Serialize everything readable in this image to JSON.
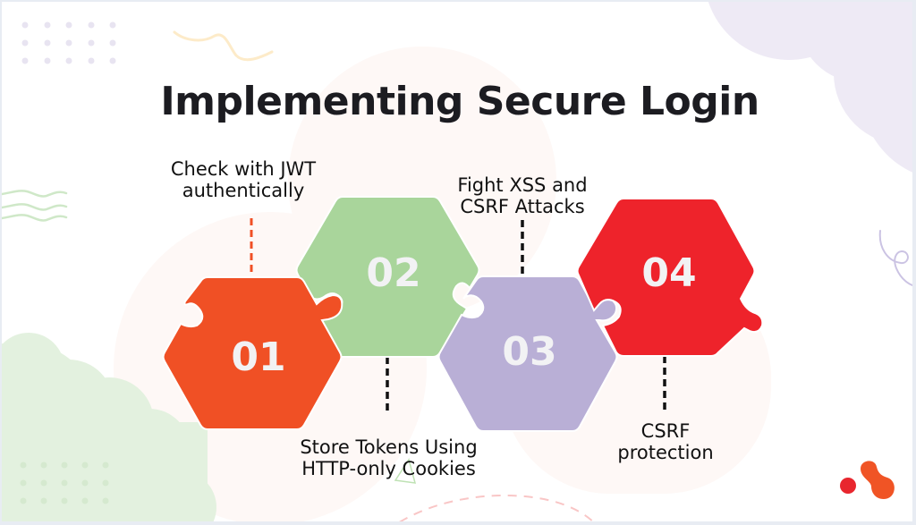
{
  "title": "Implementing Secure Login",
  "colors": {
    "step1": "#f05025",
    "step2": "#a9d59b",
    "step3": "#b9afd6",
    "step4": "#ee232b",
    "title": "#1c1c21",
    "number_text": "#f2f2f4"
  },
  "steps": [
    {
      "number": "01",
      "label_lines": [
        "Check with JWT",
        "authentically"
      ],
      "label_position": "top",
      "connector_style": "dashed",
      "connector_color": "#f05025"
    },
    {
      "number": "02",
      "label_lines": [
        "Store Tokens Using",
        "HTTP-only Cookies"
      ],
      "label_position": "bottom",
      "connector_style": "dashed",
      "connector_color": "#111111"
    },
    {
      "number": "03",
      "label_lines": [
        "Fight XSS and",
        "CSRF Attacks"
      ],
      "label_position": "top",
      "connector_style": "dashed",
      "connector_color": "#111111"
    },
    {
      "number": "04",
      "label_lines": [
        "CSRF",
        "protection"
      ],
      "label_position": "bottom",
      "connector_style": "dashed",
      "connector_color": "#111111"
    }
  ],
  "decorations": {
    "logo": "brand-logo-icon"
  }
}
